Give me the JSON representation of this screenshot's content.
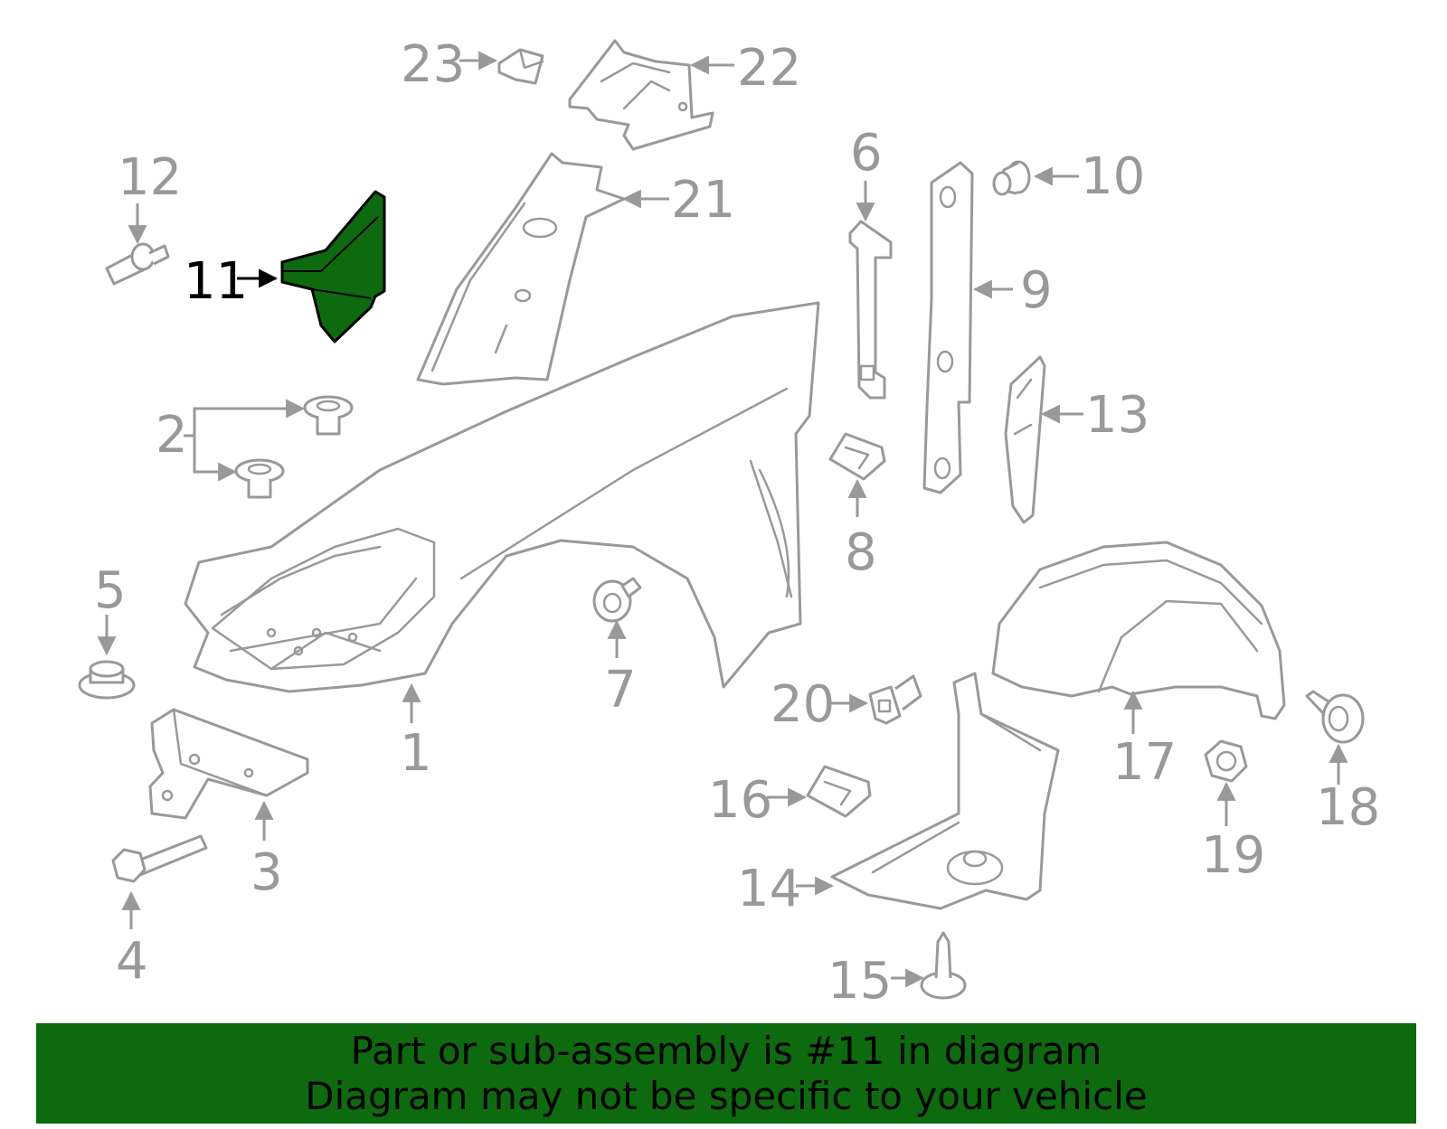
{
  "callouts": [
    {
      "id": "1",
      "label": "1"
    },
    {
      "id": "2",
      "label": "2"
    },
    {
      "id": "3",
      "label": "3"
    },
    {
      "id": "4",
      "label": "4"
    },
    {
      "id": "5",
      "label": "5"
    },
    {
      "id": "6",
      "label": "6"
    },
    {
      "id": "7",
      "label": "7"
    },
    {
      "id": "8",
      "label": "8"
    },
    {
      "id": "9",
      "label": "9"
    },
    {
      "id": "10",
      "label": "10"
    },
    {
      "id": "11",
      "label": "11"
    },
    {
      "id": "12",
      "label": "12"
    },
    {
      "id": "13",
      "label": "13"
    },
    {
      "id": "14",
      "label": "14"
    },
    {
      "id": "15",
      "label": "15"
    },
    {
      "id": "16",
      "label": "16"
    },
    {
      "id": "17",
      "label": "17"
    },
    {
      "id": "18",
      "label": "18"
    },
    {
      "id": "19",
      "label": "19"
    },
    {
      "id": "20",
      "label": "20"
    },
    {
      "id": "21",
      "label": "21"
    },
    {
      "id": "22",
      "label": "22"
    },
    {
      "id": "23",
      "label": "23"
    }
  ],
  "highlighted_part": "11",
  "colors": {
    "highlight_fill": "#0e6a0e",
    "banner_background": "#0e6a0e",
    "line_art": "#999999",
    "highlight_label": "#000000"
  },
  "banner": {
    "line1": "Part or sub-assembly is #11 in diagram",
    "line2": "Diagram may not be specific to your vehicle"
  }
}
